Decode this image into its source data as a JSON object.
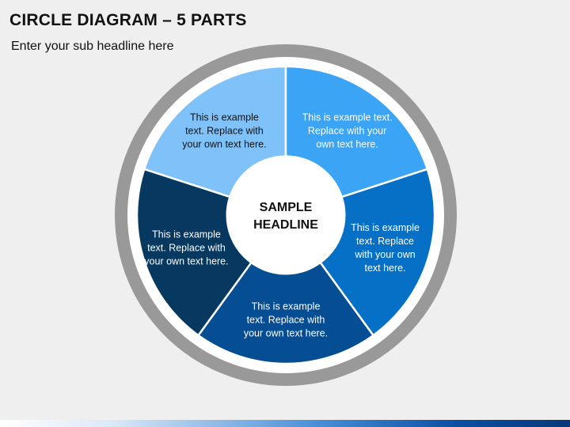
{
  "slide": {
    "title": "CIRCLE DIAGRAM – 5 PARTS",
    "subtitle": "Enter your sub headline here"
  },
  "diagram": {
    "center_label": [
      "SAMPLE",
      "HEADLINE"
    ],
    "segments": [
      {
        "lines": [
          "This is example",
          "text. Replace with",
          "your own text here."
        ],
        "color": "#7fc1f9",
        "text_color": "#111111"
      },
      {
        "lines": [
          "This is example text.",
          "Replace with your",
          "own text here."
        ],
        "color": "#3ba4f5",
        "text_color": "#ffffff"
      },
      {
        "lines": [
          "This is example",
          "text. Replace",
          "with your own",
          "text here."
        ],
        "color": "#0670c6",
        "text_color": "#ffffff"
      },
      {
        "lines": [
          "This is example",
          "text. Replace with",
          "your own text here."
        ],
        "color": "#064e94",
        "text_color": "#ffffff"
      },
      {
        "lines": [
          "This is example",
          "text. Replace with",
          "your own text here."
        ],
        "color": "#063860",
        "text_color": "#ffffff"
      }
    ],
    "ring_color": "#999999",
    "center_fill": "#ffffff",
    "center_text_color": "#111111"
  }
}
